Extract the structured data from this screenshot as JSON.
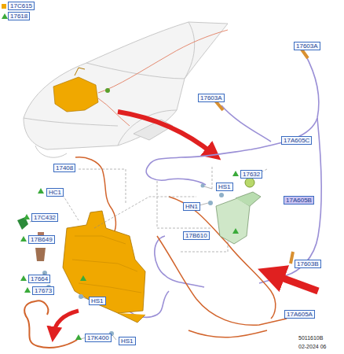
{
  "diagram": {
    "labels": [
      "17603A",
      "17603A",
      "17A605C",
      "17408",
      "17632",
      "HC1",
      "HS1",
      "17A605B",
      "HN1",
      "17C432",
      "17B649",
      "17B610",
      "17603B",
      "17664",
      "17673",
      "HS1",
      "HS1",
      "17A605A",
      "17K400",
      "5011610B",
      "02-2024 06"
    ],
    "legend": [
      {
        "text": "17C615",
        "color": "#f0a800"
      },
      {
        "text": "17618"
      }
    ]
  }
}
